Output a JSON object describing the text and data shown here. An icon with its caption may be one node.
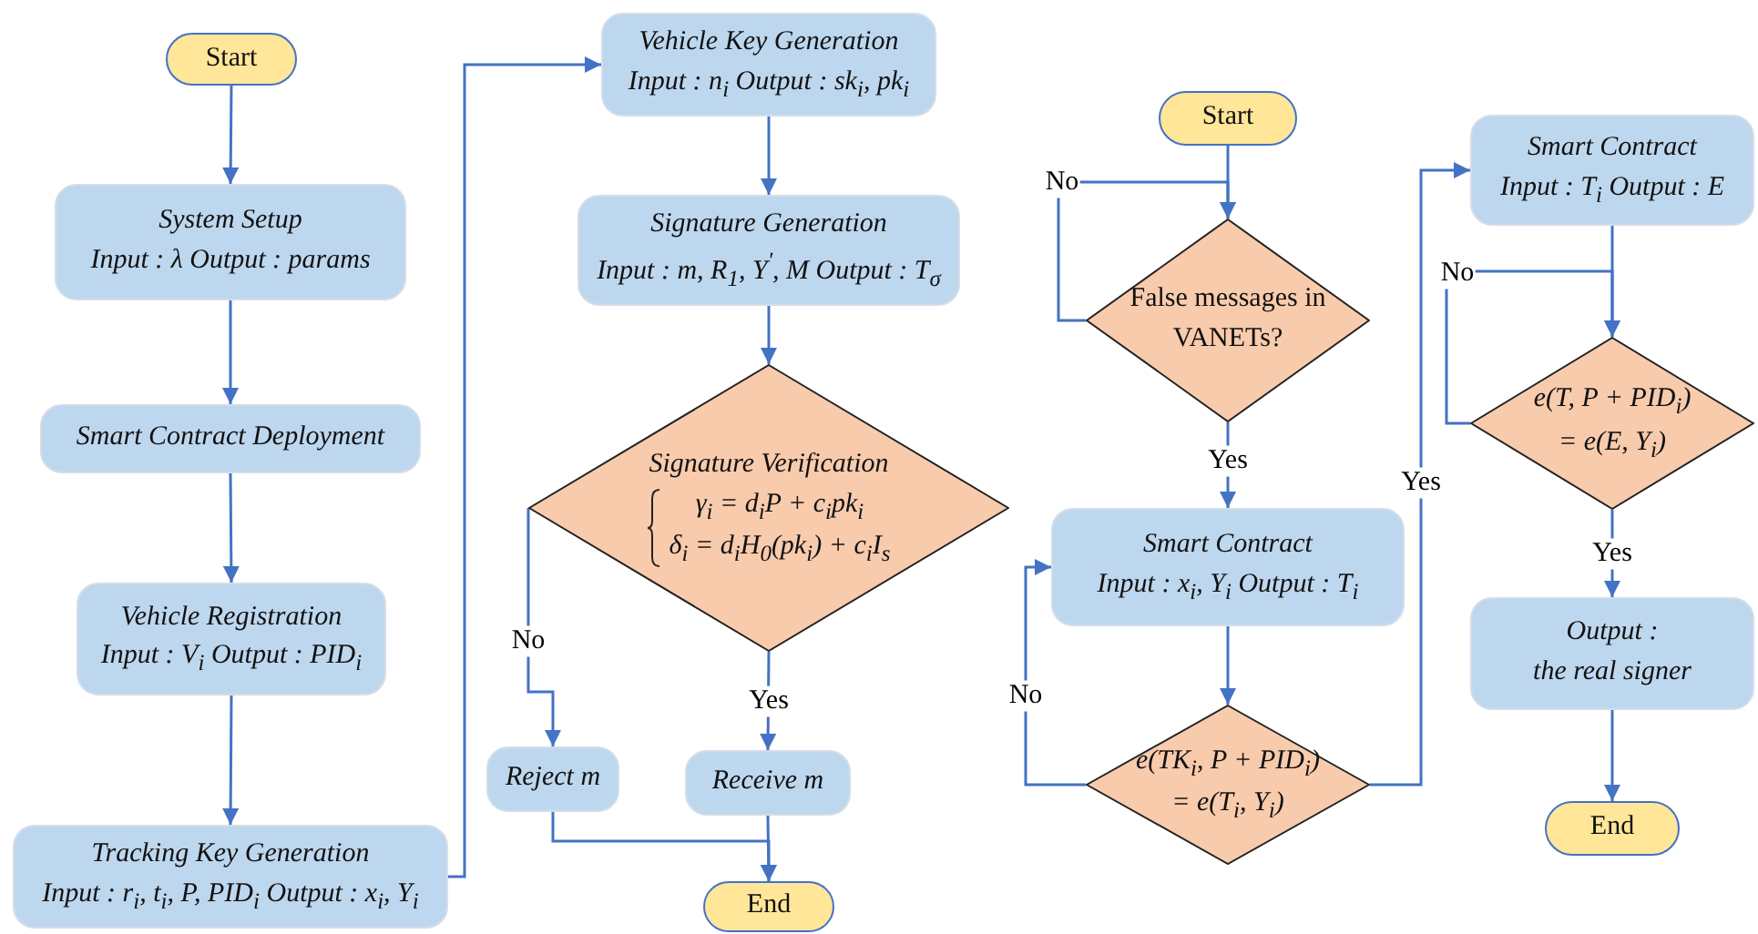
{
  "diagram": {
    "nodes": [
      {
        "text": [
          "Start"
        ]
      },
      {
        "text": [
          "System Setup",
          "Input : λ Output : params"
        ]
      },
      {
        "text": [
          "Smart Contract Deployment"
        ]
      },
      {
        "text": [
          "Vehicle Registration",
          "Input : V$_{i}$ Output : PID$_{i}$"
        ]
      },
      {
        "text": [
          "Tracking Key Generation",
          "Input : r$_{i}$, t$_{i}$, P, PID$_{i}$ Output : x$_{i}$, Y$_{i}$"
        ]
      },
      {
        "text": [
          "Vehicle Key Generation",
          "Input : n$_{i}$ Output : sk$_{i}$, pk$_{i}$"
        ]
      },
      {
        "text": [
          "Signature Generation",
          "Input : m, R$_{1}$, Y$^{'}$, M Output : T$_{σ}$"
        ]
      },
      {
        "text": [
          "Signature Verification",
          "γ$_{i}$ = d$_{i}$P + c$_{i}$pk$_{i}$",
          "δ$_{i}$ = d$_{i}$H$_{0}$(pk$_{i}$) + c$_{i}$I$_{s}$"
        ]
      },
      {
        "text": [
          "Reject m"
        ]
      },
      {
        "text": [
          "Receive m"
        ]
      },
      {
        "text": [
          "End"
        ]
      },
      {
        "text": [
          "Start"
        ]
      },
      {
        "text": [
          "False messages in VANETs?"
        ]
      },
      {
        "text": [
          "Smart Contract",
          "Input : x$_{i}$, Y$_{i}$ Output : T$_{i}$"
        ]
      },
      {
        "text": [
          "e(TK$_{i}$, P + PID$_{i}$)",
          "= e(T$_{i}$, Y$_{i}$)"
        ]
      },
      {
        "text": [
          "Smart Contract",
          "Input : T$_{i}$ Output : E"
        ]
      },
      {
        "text": [
          "e(T, P + PID$_{i}$)",
          "= e(E, Y$_{i}$)"
        ]
      },
      {
        "text": [
          "Output :",
          "the real signer"
        ]
      },
      {
        "text": [
          "End"
        ]
      }
    ],
    "edges": [
      {
        "from": 0,
        "to": 1,
        "arrow": "to"
      },
      {
        "from": 1,
        "to": 2,
        "arrow": "to"
      },
      {
        "from": 2,
        "to": 3,
        "arrow": "to"
      },
      {
        "from": 3,
        "to": 4,
        "arrow": "to"
      },
      {
        "from": 4,
        "to": 5,
        "arrow": "to"
      },
      {
        "from": 5,
        "to": 6,
        "arrow": "to"
      },
      {
        "from": 6,
        "to": 7,
        "arrow": "to"
      },
      {
        "from": 7,
        "to": 8,
        "arrow": "to",
        "label": "No"
      },
      {
        "from": 7,
        "to": 9,
        "arrow": "to",
        "label": "Yes"
      },
      {
        "from": 8,
        "to": 10,
        "arrow": "to"
      },
      {
        "from": 9,
        "to": 10,
        "arrow": "to"
      },
      {
        "from": 11,
        "to": 12,
        "arrow": "to"
      },
      {
        "from": 12,
        "to": 12,
        "arrow": "to",
        "label": "No"
      },
      {
        "from": 12,
        "to": 13,
        "arrow": "to",
        "label": "Yes"
      },
      {
        "from": 13,
        "to": 14,
        "arrow": "to"
      },
      {
        "from": 14,
        "to": 13,
        "arrow": "to",
        "label": "No"
      },
      {
        "from": 14,
        "to": 15,
        "arrow": "to",
        "label": "Yes"
      },
      {
        "from": 15,
        "to": 16,
        "arrow": "to"
      },
      {
        "from": 16,
        "to": 16,
        "arrow": "to",
        "label": "No"
      },
      {
        "from": 16,
        "to": 17,
        "arrow": "to",
        "label": "Yes"
      },
      {
        "from": 17,
        "to": 18,
        "arrow": "to"
      }
    ]
  }
}
